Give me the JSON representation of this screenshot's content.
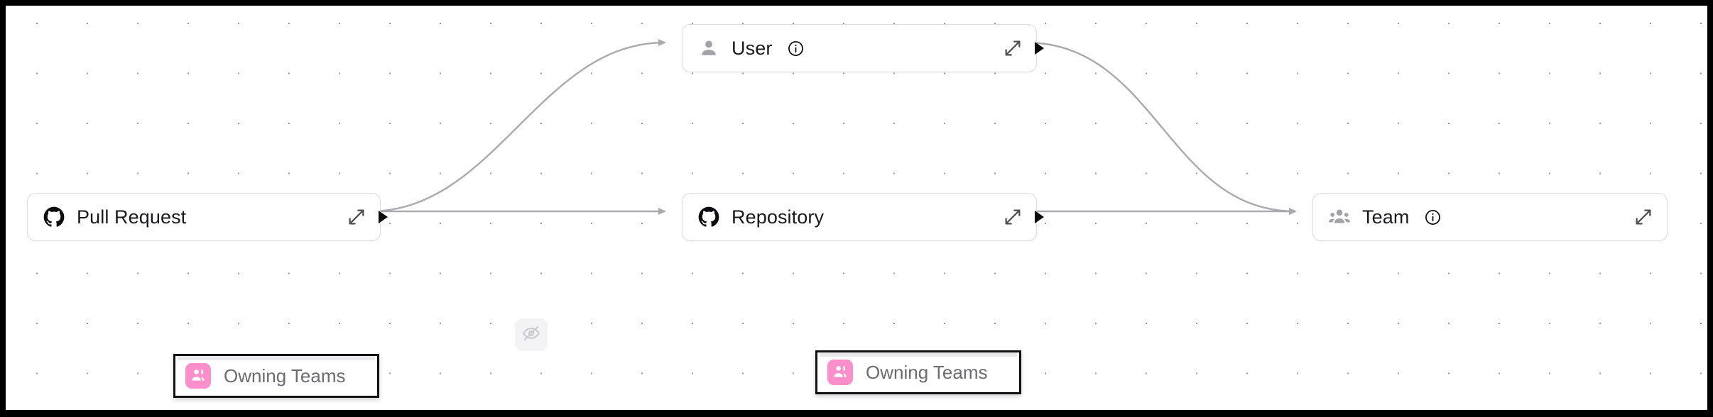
{
  "canvas": {
    "background_color": "#ffffff",
    "frame_color": "#000000",
    "dot_color": "#9a9aa0",
    "edge_color": "#a9a9b0",
    "node_border_color": "#dcdcdf",
    "accent_pink": "#fc8ecb",
    "selection_border_color": "#111114"
  },
  "nodes": [
    {
      "id": "pull-request",
      "title": "Pull Request",
      "icon": "github-icon",
      "has_info": false,
      "has_expand": true,
      "expand_icon": "expand-diagonal-icon",
      "has_source_handle": true
    },
    {
      "id": "user",
      "title": "User",
      "icon": "person-icon",
      "has_info": true,
      "info_icon": "info-circle-icon",
      "has_expand": true,
      "expand_icon": "expand-diagonal-icon",
      "has_source_handle": true
    },
    {
      "id": "repository",
      "title": "Repository",
      "icon": "github-icon",
      "has_info": false,
      "has_expand": true,
      "expand_icon": "expand-diagonal-icon",
      "has_source_handle": true
    },
    {
      "id": "team",
      "title": "Team",
      "icon": "people-group-icon",
      "has_info": true,
      "info_icon": "info-circle-icon",
      "has_expand": true,
      "expand_icon": "expand-diagonal-icon",
      "has_source_handle": false
    }
  ],
  "badges": [
    {
      "id": "pull-request-owning-teams",
      "label": "Owning Teams",
      "icon": "owning-teams-icon",
      "selected": true
    },
    {
      "id": "repository-owning-teams",
      "label": "Owning Teams",
      "icon": "owning-teams-icon",
      "selected": true
    }
  ],
  "edges": [
    {
      "id": "pull-request-to-user",
      "from": "pull-request",
      "to": "user",
      "arrow": true
    },
    {
      "id": "pull-request-to-repository",
      "from": "pull-request",
      "to": "repository",
      "arrow": true,
      "mid_icon": "eye-off-icon"
    },
    {
      "id": "user-to-team",
      "from": "user",
      "to": "team",
      "arrow": true
    },
    {
      "id": "repository-to-team",
      "from": "repository",
      "to": "team",
      "arrow": true
    }
  ]
}
